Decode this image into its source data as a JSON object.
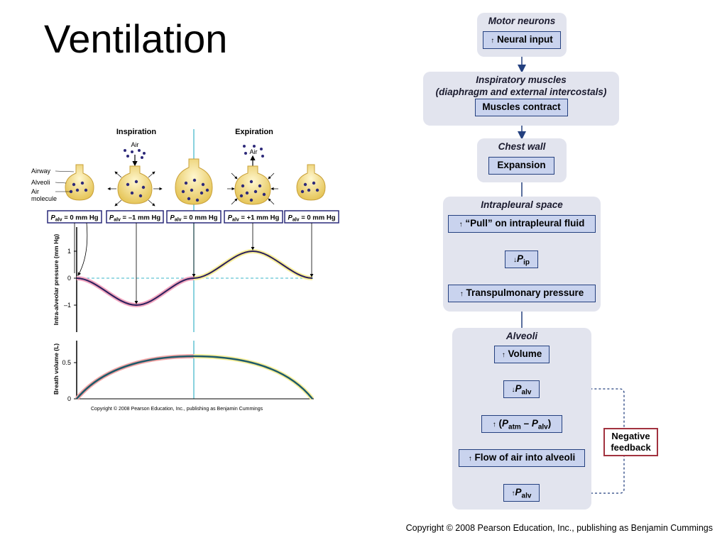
{
  "title": "Ventilation",
  "left_figure": {
    "inspiration_label": "Inspiration",
    "expiration_label": "Expiration",
    "air_label_1": "Air",
    "air_label_2": "Air",
    "legend": {
      "airway": "Airway",
      "alveoli": "Alveoli",
      "air_molecule_1": "Air",
      "air_molecule_2": "molecule"
    },
    "pressures": [
      {
        "p": "P",
        "sub": "alv",
        "rest": " = 0 mm Hg"
      },
      {
        "p": "P",
        "sub": "alv",
        "rest": " = –1 mm Hg"
      },
      {
        "p": "P",
        "sub": "alv",
        "rest": " = 0 mm Hg"
      },
      {
        "p": "P",
        "sub": "alv",
        "rest": " = +1 mm Hg"
      },
      {
        "p": "P",
        "sub": "alv",
        "rest": " = 0 mm Hg"
      }
    ],
    "upper_ylabel": "Intra-alveolar pressure (mm Hg)",
    "upper_ticks": [
      "1",
      "0",
      "–1"
    ],
    "lower_ylabel": "Breath volume (L)",
    "lower_ticks": [
      "0.5",
      "0"
    ],
    "copyright": "Copyright © 2008 Pearson Education, Inc., publishing as Benjamin Cummings"
  },
  "flow": {
    "motor": {
      "title": "Motor neurons",
      "box": "Neural input"
    },
    "muscles": {
      "title_1": "Inspiratory muscles",
      "title_2": "(diaphragm and external intercostals)",
      "box": "Muscles contract"
    },
    "chest": {
      "title": "Chest wall",
      "box": "Expansion"
    },
    "pleural": {
      "title": "Intrapleural space",
      "box_pull": "“Pull” on intrapleural fluid",
      "pip_p": "P",
      "pip_sub": "ip",
      "box_trans": "Transpulmonary pressure"
    },
    "alveoli": {
      "title": "Alveoli",
      "box_volume": "Volume",
      "palv_p": "P",
      "palv_sub": "alv",
      "diff_open": "(",
      "diff_p1": "P",
      "diff_sub1": "atm",
      "diff_mid": " – ",
      "diff_p2": "P",
      "diff_sub2": "alv",
      "diff_close": ")",
      "box_flow": "Flow of air into alveoli",
      "palv2_p": "P",
      "palv2_sub": "alv"
    },
    "negative_feedback_1": "Negative",
    "negative_feedback_2": "feedback",
    "up_arrow": "↑",
    "down_arrow": "↓"
  },
  "copyright": "Copyright © 2008 Pearson Education, Inc., publishing as Benjamin Cummings",
  "colors": {
    "box_fill": "#c9d3ee",
    "box_border": "#24407f",
    "section_fill": "#e2e4ee",
    "arrow": "#24407f",
    "feedback": "#a2323f"
  }
}
